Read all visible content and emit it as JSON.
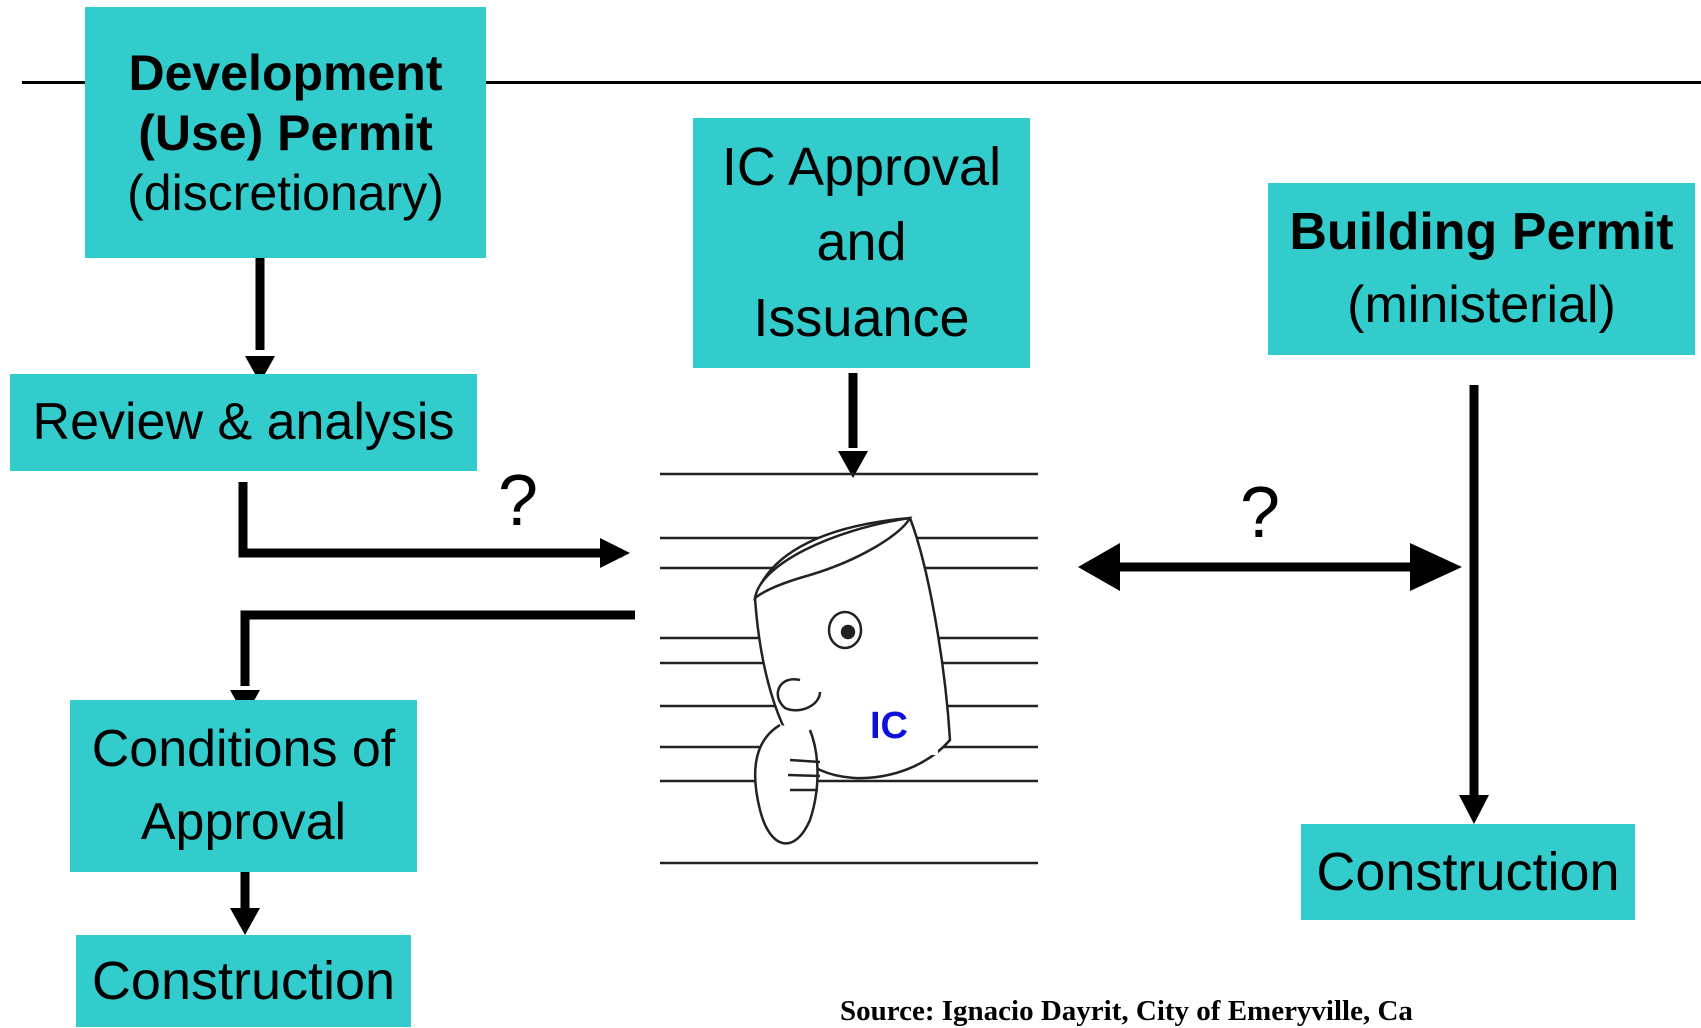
{
  "boxes": {
    "development": {
      "line1": "Development",
      "line2": "(Use) Permit",
      "line3": "(discretionary)"
    },
    "review": {
      "text": "Review & analysis"
    },
    "ic_approval": {
      "line1": "IC Approval",
      "line2": "and",
      "line3": "Issuance"
    },
    "building": {
      "line1": "Building Permit",
      "line2": "(ministerial)"
    },
    "conditions": {
      "line1": "Conditions of",
      "line2": "Approval"
    },
    "construction_left": {
      "text": "Construction"
    },
    "construction_right": {
      "text": "Construction"
    }
  },
  "question_marks": {
    "left": "?",
    "right": "?"
  },
  "ic_label": "IC",
  "source": "Source:  Ignacio Dayrit, City of Emeryville, Ca"
}
